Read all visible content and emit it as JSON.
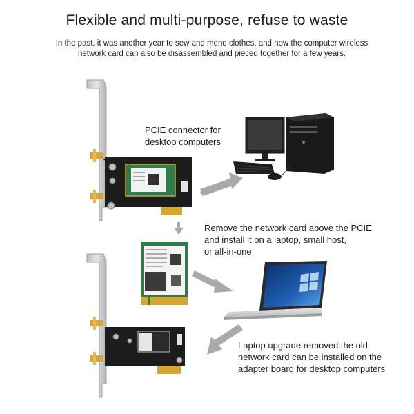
{
  "title": "Flexible and multi-purpose, refuse to waste",
  "intro": {
    "line1": "In the past, it was another year to sew and mend clothes, and now the computer wireless",
    "line2": "network card can also be disassembled and pieced together for a few years."
  },
  "captions": {
    "pcie": {
      "line1": "PCIE connector for",
      "line2": "desktop computers"
    },
    "remove": {
      "line1": "Remove the network card above the PCIE",
      "line2": "and install it on a laptop, small host,",
      "line3": "or all-in-one"
    },
    "laptop": {
      "line1": "Laptop upgrade removed the old",
      "line2": "network card can be installed on the",
      "line3": "adapter board for desktop computers"
    }
  },
  "images": {
    "top_board": "pcie-adapter-with-card",
    "card": "m2-wifi-card",
    "bottom_board": "pcie-adapter-empty",
    "desktop": "desktop-computer",
    "laptop": "laptop-computer"
  },
  "colors": {
    "bracket": "#c9ccd0",
    "pcb": "#1c1c1c",
    "gold": "#d4a632",
    "card_green": "#2f7d4a",
    "arrow": "#a9a9a9",
    "screen_blue": "#1f5fb4"
  }
}
